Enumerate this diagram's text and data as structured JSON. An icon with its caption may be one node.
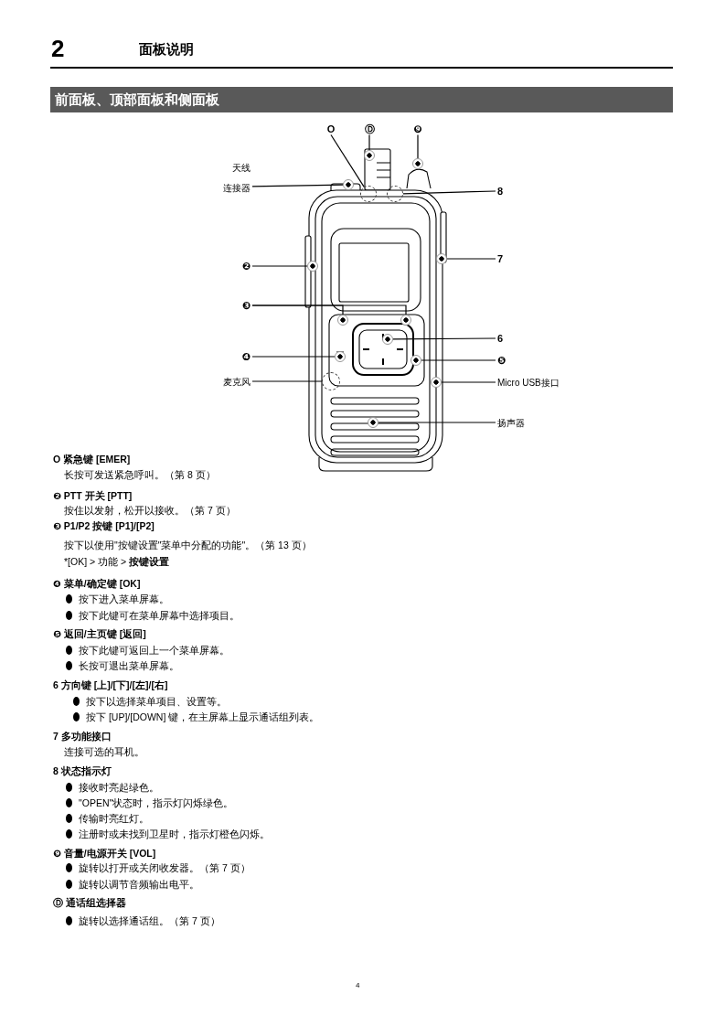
{
  "diagram": {
    "title": "面板说明",
    "nodes": [
      {
        "text": [
          "O"
        ]
      },
      {
        "text": [
          "Ⓓ"
        ]
      },
      {
        "text": [
          "❾"
        ]
      },
      {
        "text": [
          "天线",
          "连接器"
        ]
      },
      {
        "text": [
          "8"
        ]
      },
      {
        "text": [
          "❷"
        ]
      },
      {
        "text": [
          "7"
        ]
      },
      {
        "text": [
          "❸"
        ]
      },
      {
        "text": [
          "6"
        ]
      },
      {
        "text": [
          "❹"
        ]
      },
      {
        "text": [
          "❺"
        ]
      },
      {
        "text": [
          "麦克风"
        ]
      },
      {
        "text": [
          "Micro USB接口"
        ]
      },
      {
        "text": [
          "扬声器"
        ]
      },
      {
        "text": [],
        "shape": "circle"
      },
      {
        "text": [],
        "shape": "circle"
      },
      {
        "text": [],
        "shape": "circle"
      },
      {
        "text": [],
        "shape": "circle"
      },
      {
        "text": [],
        "shape": "circle"
      },
      {
        "text": [],
        "shape": "circle"
      },
      {
        "text": [],
        "shape": "circle"
      },
      {
        "text": [],
        "shape": "circle"
      },
      {
        "text": [],
        "shape": "circle"
      },
      {
        "text": [],
        "shape": "circle"
      },
      {
        "text": [],
        "shape": "circle"
      },
      {
        "text": [],
        "shape": "circle"
      },
      {
        "text": [],
        "shape": "circle"
      },
      {
        "text": [],
        "shape": "circle"
      },
      {
        "text": [],
        "shape": "circle"
      }
    ],
    "edges": [
      {
        "from": 0,
        "to": 17,
        "arrow": "none"
      },
      {
        "from": 1,
        "to": 14,
        "arrow": "none"
      },
      {
        "from": 2,
        "to": 15,
        "arrow": "none"
      },
      {
        "from": 3,
        "to": 16,
        "arrow": "none"
      },
      {
        "from": 4,
        "to": 18,
        "arrow": "none"
      },
      {
        "from": 5,
        "to": 20,
        "arrow": "none"
      },
      {
        "from": 6,
        "to": 19,
        "arrow": "none"
      },
      {
        "from": 7,
        "to": 21,
        "arrow": "none"
      },
      {
        "from": 7,
        "to": 22,
        "arrow": "none"
      },
      {
        "from": 8,
        "to": 23,
        "arrow": "none"
      },
      {
        "from": 9,
        "to": 24,
        "arrow": "none"
      },
      {
        "from": 10,
        "to": 25,
        "arrow": "none"
      },
      {
        "from": 11,
        "to": 26,
        "arrow": "none"
      },
      {
        "from": 12,
        "to": 27,
        "arrow": "none"
      },
      {
        "from": 13,
        "to": 28,
        "arrow": "none"
      }
    ],
    "labels": [
      "2",
      "前面板、顶部面板和侧面板",
      "O 紧急键 [EMER]",
      "长按可发送紧急呼叫。（第 8 页）",
      "❷ PTT 开关 [PTT]",
      "按住以发射，松开以接收。（第 7 页）",
      "❸ P1/P2 按键 [P1]/[P2]",
      "按下以使用\"按键设置\"菜单中分配的功能\"。（第 13 页）",
      "*[OK] > 功能 > **按键设置**",
      "❹ 菜单/确定键 [OK]",
      "按下进入菜单屏幕。",
      "按下此键可在菜单屏幕中选择项目。",
      "❺ 返回/主页键 [返回]",
      "按下此键可返回上一个菜单屏幕。",
      "长按可退出菜单屏幕。",
      "6 方向键 [上]/[下]/[左]/[右]",
      "按下以选择菜单项目、设置等。",
      "按下 [UP]/[DOWN] 键，在主屏幕上显示通话组列表。",
      "7 多功能接口",
      "连接可选的耳机。",
      "8 状态指示灯",
      "接收时亮起绿色。",
      "\"OPEN\"状态时，指示灯闪烁绿色。",
      "传输时亮红灯。",
      "注册时或未找到卫星时，指示灯橙色闪烁。",
      "❾ 音量/电源开关 [VOL]",
      "旋转以打开或关闭收发器。（第 7 页）",
      "旋转以调节音频输出电平。",
      "Ⓓ 通话组选择器",
      "旋转以选择通话组。（第 7 页）",
      "4"
    ]
  }
}
